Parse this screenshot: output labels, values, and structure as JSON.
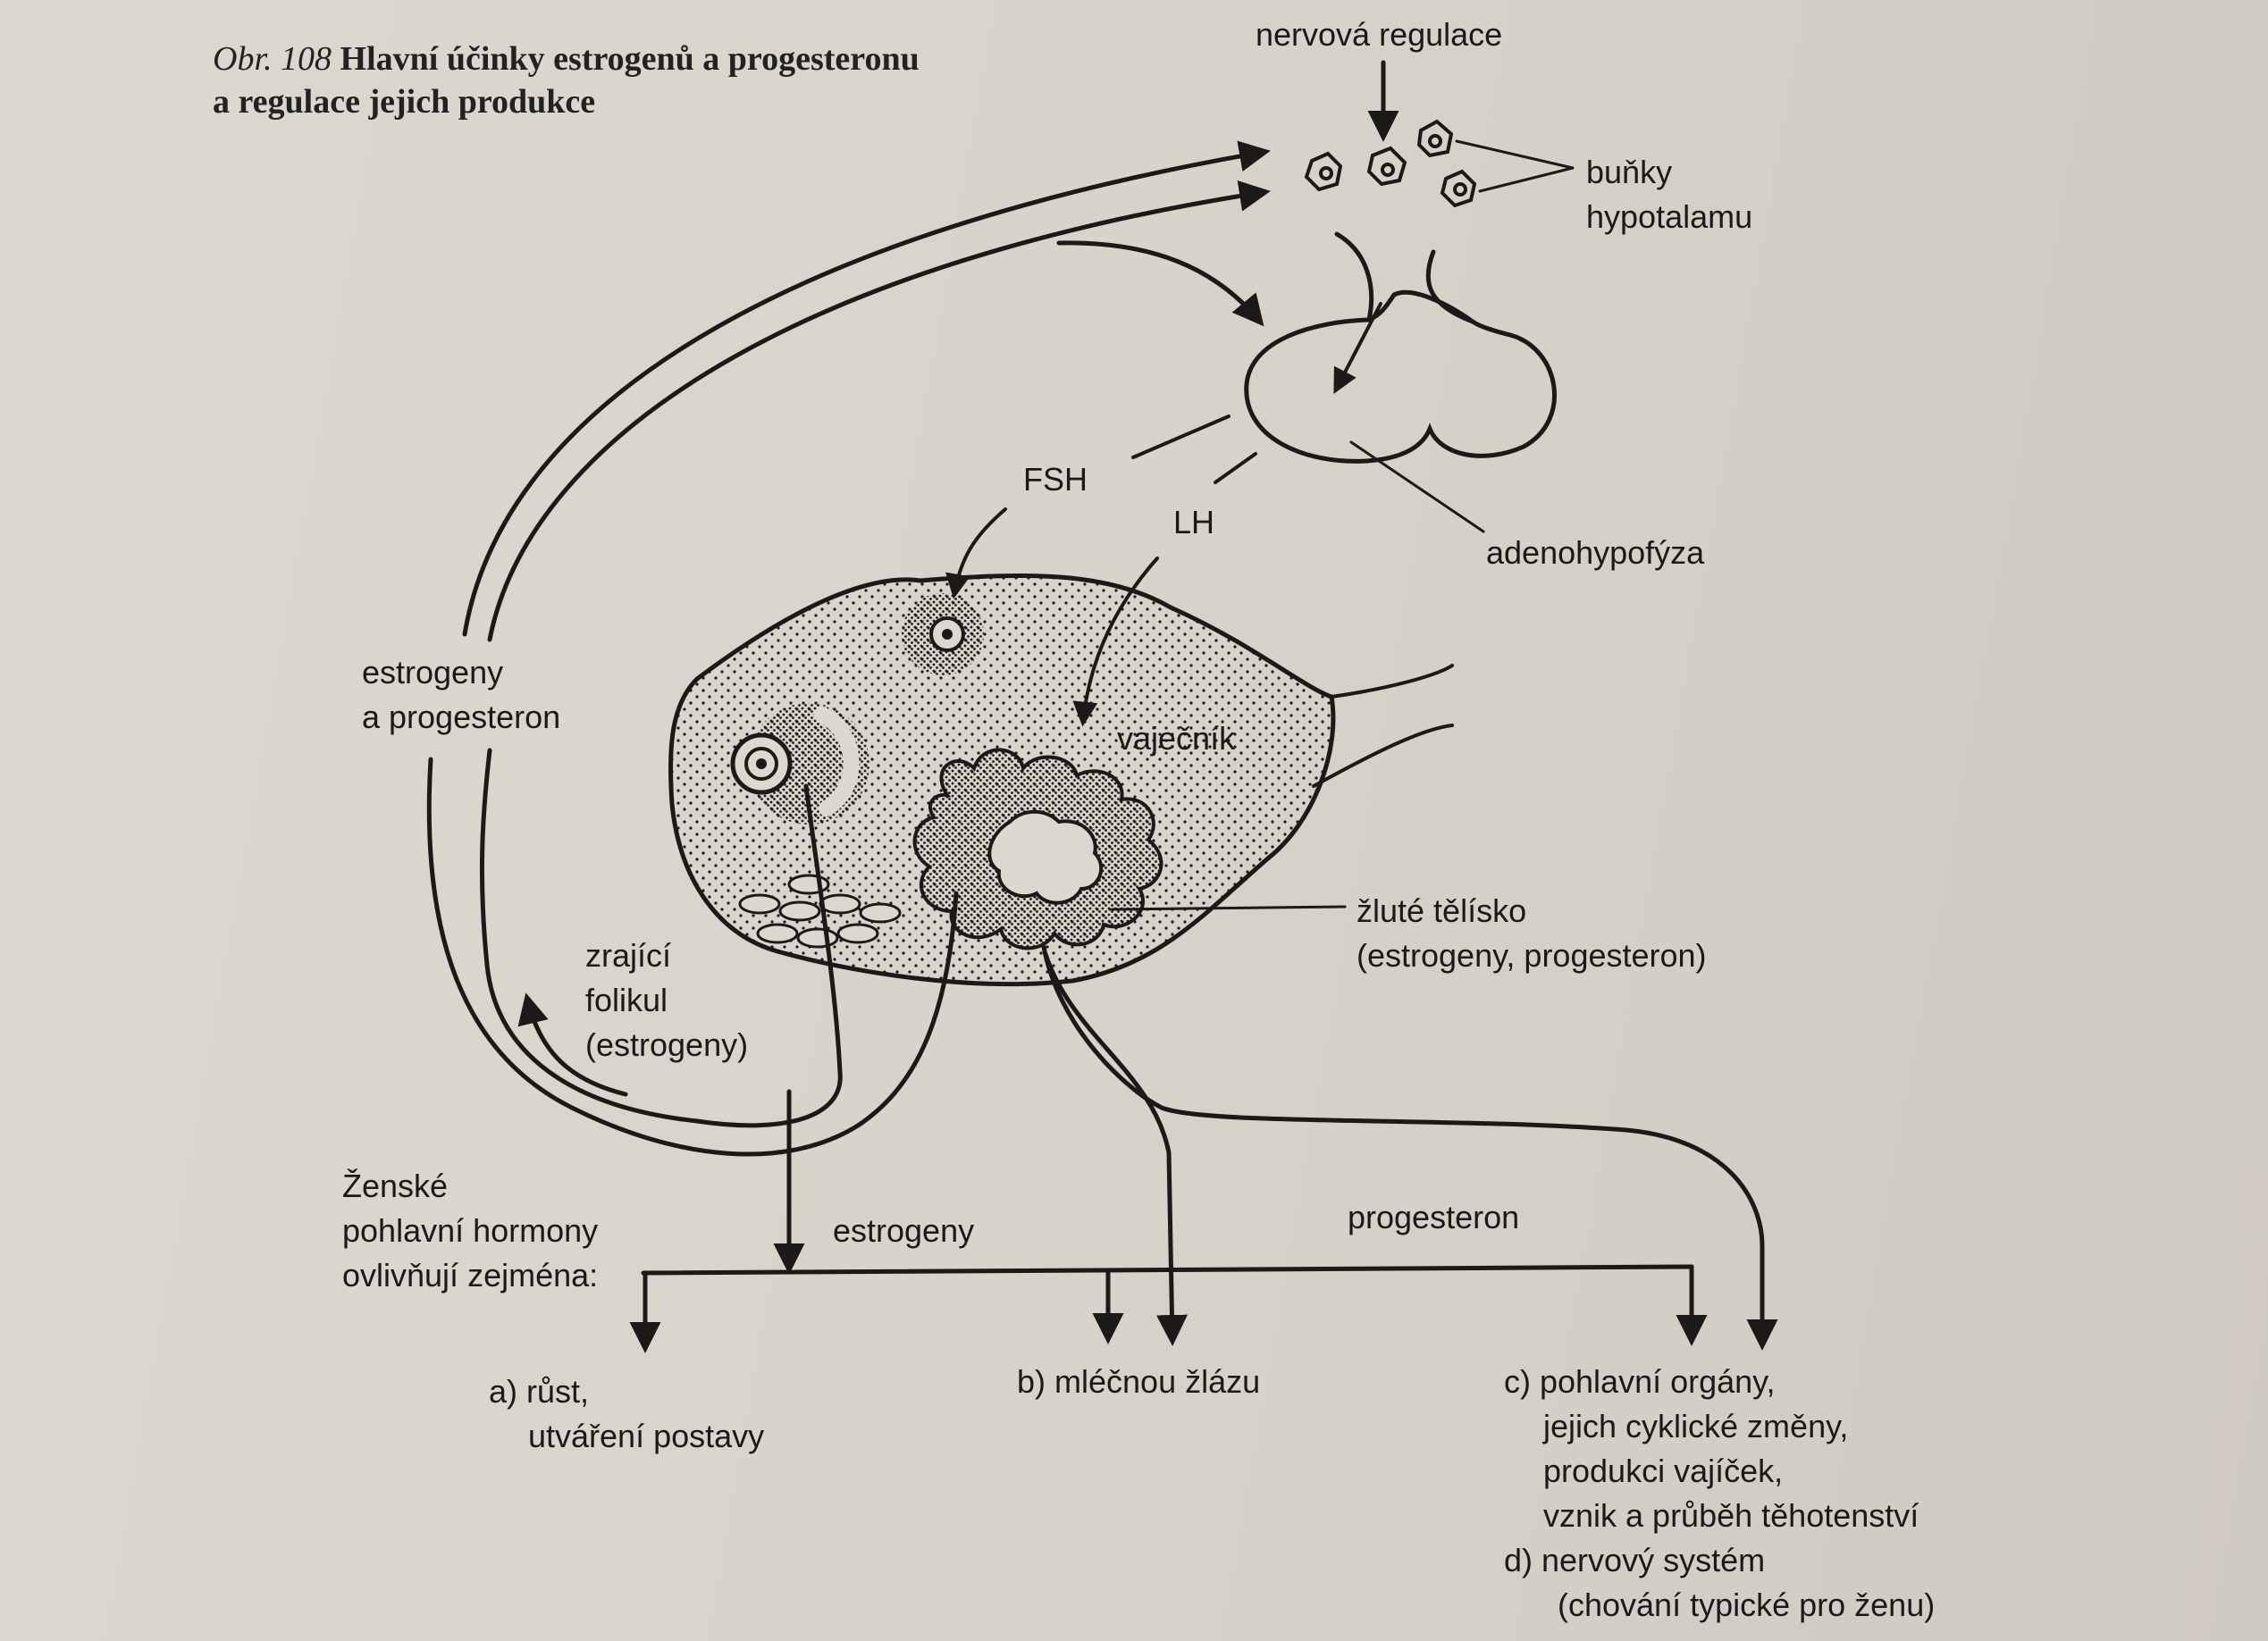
{
  "caption": {
    "figure_no": "Obr. 108",
    "line1": "Hlavní účinky estrogenů a progesteronu",
    "line2": "a regulace jejich produkce"
  },
  "labels": {
    "nervous_regulation": "nervová regulace",
    "hypothalamus_cells": [
      "buňky",
      "hypotalamu"
    ],
    "fsh": "FSH",
    "lh": "LH",
    "adenohypophysis": "adenohypofýza",
    "feedback": [
      "estrogeny",
      "a progesteron"
    ],
    "ovary": "vaječník",
    "maturing_follicle": [
      "zrající",
      "folikul",
      "(estrogeny)"
    ],
    "corpus_luteum": [
      "žluté tělísko",
      "(estrogeny, progesteron)"
    ],
    "female_hormones": [
      "Ženské",
      "pohlavní hormony",
      "ovlivňují zejména:"
    ],
    "estrogens": "estrogeny",
    "progesterone": "progesteron"
  },
  "effects": {
    "a": [
      "a) růst,",
      "utváření postavy"
    ],
    "b": [
      "b) mléčnou žlázu"
    ],
    "c": [
      "c) pohlavní orgány,",
      "jejich cyklické změny,",
      "produkci vajíček,",
      "vznik a průběh těhotenství"
    ],
    "d": [
      "d) nervový systém",
      "(chování typické pro ženu)"
    ]
  },
  "colors": {
    "ink": "#1b1a18",
    "paper": "#d9d5cc"
  }
}
